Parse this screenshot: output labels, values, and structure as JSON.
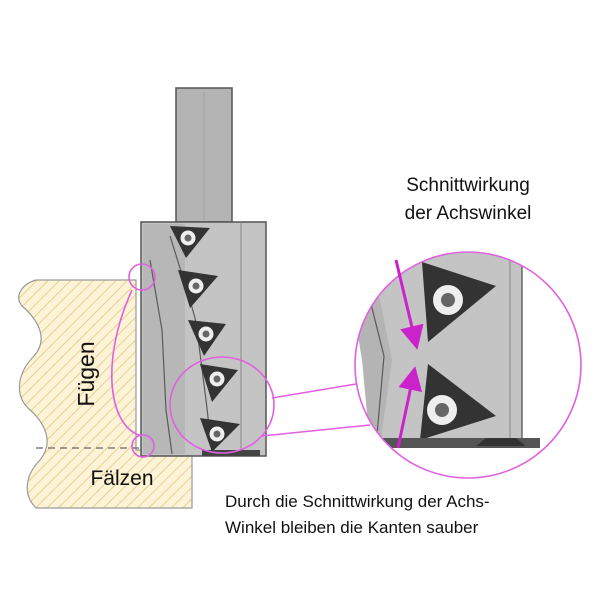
{
  "labels": {
    "fuegen": "Fügen",
    "faelzen": "Fälzen",
    "zoom_title_line1": "Schnittwirkung",
    "zoom_title_line2": "der Achswinkel",
    "caption_line1": "Durch die Schnittwirkung der Achs-",
    "caption_line2": "Winkel bleiben die Kanten sauber"
  },
  "colors": {
    "highlight": "#e060e0",
    "arrow": "#cc22cc",
    "tool_body": "#c4c4c4",
    "shank": "#b4b4b4",
    "insert": "#333333",
    "workpiece_fill": "#fdf3d6",
    "hatch": "#e0c27a",
    "outline": "#555555"
  }
}
